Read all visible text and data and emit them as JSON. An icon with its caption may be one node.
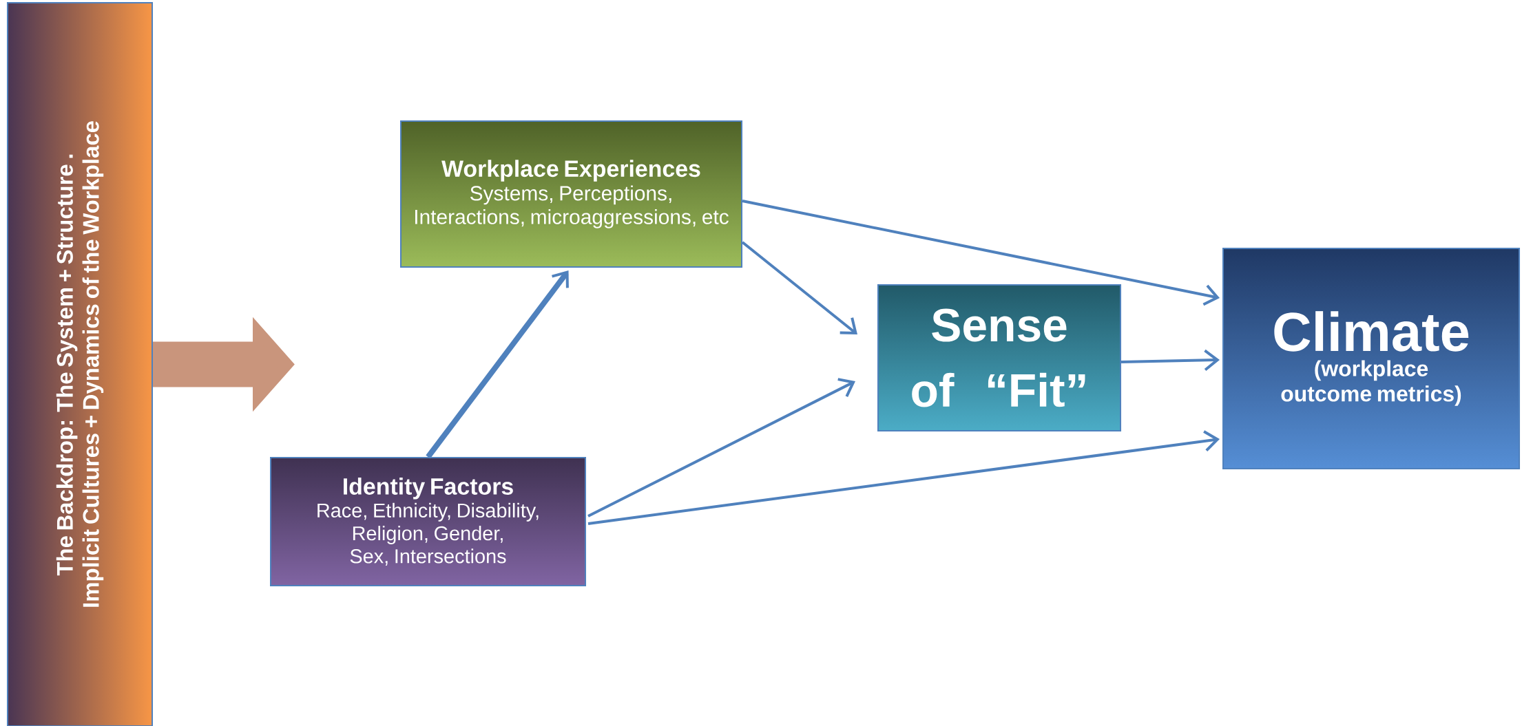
{
  "diagram": {
    "nodes": [
      {
        "text": [
          "The Backdrop: The System + Structure . Implicit Cultures + Dynamics of the Workplace"
        ]
      },
      {
        "text": [
          "Workplace Experiences",
          "Systems, Perceptions, Interactions, microaggressions, etc"
        ]
      },
      {
        "text": [
          "Identity Factors",
          "Race, Ethnicity, Disability, Religion, Gender, Sex, Intersections"
        ]
      },
      {
        "text": [
          "Sense of “Fit”"
        ]
      },
      {
        "text": [
          "Climate",
          "(workplace outcome metrics)"
        ]
      }
    ],
    "edges": [
      {
        "from": 0,
        "to": null,
        "arrow": "to",
        "style": "thick",
        "color": "#c9957c"
      },
      {
        "from": 2,
        "to": 1,
        "arrow": "to",
        "style": "thick"
      },
      {
        "from": 1,
        "to": 3,
        "arrow": "to"
      },
      {
        "from": 1,
        "to": 4,
        "arrow": "to"
      },
      {
        "from": 2,
        "to": 3,
        "arrow": "to"
      },
      {
        "from": 2,
        "to": 4,
        "arrow": "to"
      },
      {
        "from": 3,
        "to": 4,
        "arrow": "to"
      }
    ]
  }
}
